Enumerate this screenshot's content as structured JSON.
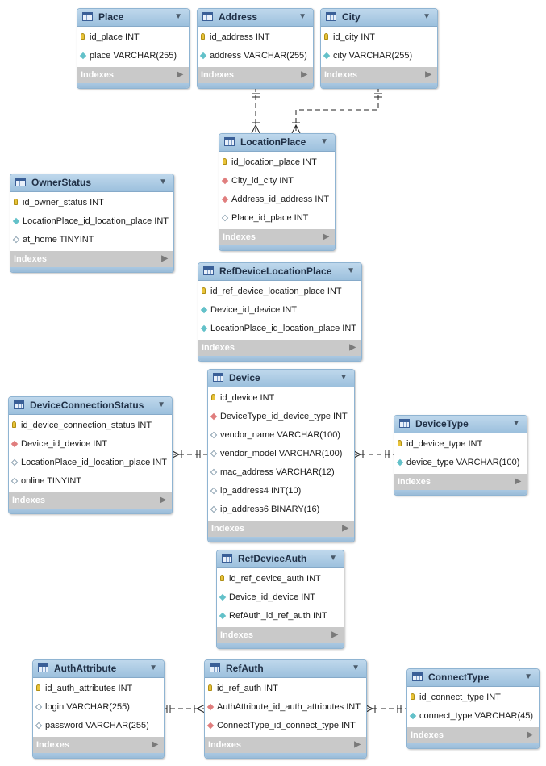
{
  "diagram": {
    "indexes_label": "Indexes",
    "tables": [
      {
        "id": "place",
        "name": "Place",
        "columns": [
          {
            "text": "id_place INT",
            "kind": "pk"
          },
          {
            "text": "place VARCHAR(255)",
            "kind": "col"
          }
        ]
      },
      {
        "id": "address",
        "name": "Address",
        "columns": [
          {
            "text": "id_address INT",
            "kind": "pk"
          },
          {
            "text": "address VARCHAR(255)",
            "kind": "col"
          }
        ]
      },
      {
        "id": "city",
        "name": "City",
        "columns": [
          {
            "text": "id_city INT",
            "kind": "pk"
          },
          {
            "text": "city VARCHAR(255)",
            "kind": "col"
          }
        ]
      },
      {
        "id": "locationplace",
        "name": "LocationPlace",
        "columns": [
          {
            "text": "id_location_place INT",
            "kind": "pk"
          },
          {
            "text": "City_id_city INT",
            "kind": "fk"
          },
          {
            "text": "Address_id_address INT",
            "kind": "fk"
          },
          {
            "text": "Place_id_place INT",
            "kind": "nul"
          }
        ]
      },
      {
        "id": "ownerstatus",
        "name": "OwnerStatus",
        "columns": [
          {
            "text": "id_owner_status INT",
            "kind": "pk"
          },
          {
            "text": "LocationPlace_id_location_place INT",
            "kind": "col"
          },
          {
            "text": "at_home TINYINT",
            "kind": "nul"
          }
        ]
      },
      {
        "id": "refdevicelocationplace",
        "name": "RefDeviceLocationPlace",
        "columns": [
          {
            "text": "id_ref_device_location_place INT",
            "kind": "pk"
          },
          {
            "text": "Device_id_device INT",
            "kind": "col"
          },
          {
            "text": "LocationPlace_id_location_place INT",
            "kind": "col"
          }
        ]
      },
      {
        "id": "device",
        "name": "Device",
        "columns": [
          {
            "text": "id_device INT",
            "kind": "pk"
          },
          {
            "text": "DeviceType_id_device_type INT",
            "kind": "fk"
          },
          {
            "text": "vendor_name VARCHAR(100)",
            "kind": "nul"
          },
          {
            "text": "vendor_model VARCHAR(100)",
            "kind": "nul"
          },
          {
            "text": "mac_address VARCHAR(12)",
            "kind": "nul"
          },
          {
            "text": "ip_address4 INT(10)",
            "kind": "nul"
          },
          {
            "text": "ip_address6 BINARY(16)",
            "kind": "nul"
          }
        ]
      },
      {
        "id": "deviceconnectionstatus",
        "name": "DeviceConnectionStatus",
        "columns": [
          {
            "text": "id_device_connection_status INT",
            "kind": "pk"
          },
          {
            "text": "Device_id_device INT",
            "kind": "fk"
          },
          {
            "text": "LocationPlace_id_location_place INT",
            "kind": "nul"
          },
          {
            "text": "online TINYINT",
            "kind": "nul"
          }
        ]
      },
      {
        "id": "devicetype",
        "name": "DeviceType",
        "columns": [
          {
            "text": "id_device_type INT",
            "kind": "pk"
          },
          {
            "text": "device_type VARCHAR(100)",
            "kind": "col"
          }
        ]
      },
      {
        "id": "refdeviceauth",
        "name": "RefDeviceAuth",
        "columns": [
          {
            "text": "id_ref_device_auth INT",
            "kind": "pk"
          },
          {
            "text": "Device_id_device INT",
            "kind": "col"
          },
          {
            "text": "RefAuth_id_ref_auth INT",
            "kind": "col"
          }
        ]
      },
      {
        "id": "authattribute",
        "name": "AuthAttribute",
        "columns": [
          {
            "text": "id_auth_attributes INT",
            "kind": "pk"
          },
          {
            "text": "login VARCHAR(255)",
            "kind": "nul"
          },
          {
            "text": "password VARCHAR(255)",
            "kind": "nul"
          }
        ]
      },
      {
        "id": "refauth",
        "name": "RefAuth",
        "columns": [
          {
            "text": "id_ref_auth INT",
            "kind": "pk"
          },
          {
            "text": "AuthAttribute_id_auth_attributes INT",
            "kind": "fk"
          },
          {
            "text": "ConnectType_id_connect_type INT",
            "kind": "fk"
          }
        ]
      },
      {
        "id": "connecttype",
        "name": "ConnectType",
        "columns": [
          {
            "text": "id_connect_type INT",
            "kind": "pk"
          },
          {
            "text": "connect_type VARCHAR(45)",
            "kind": "col"
          }
        ]
      }
    ]
  }
}
